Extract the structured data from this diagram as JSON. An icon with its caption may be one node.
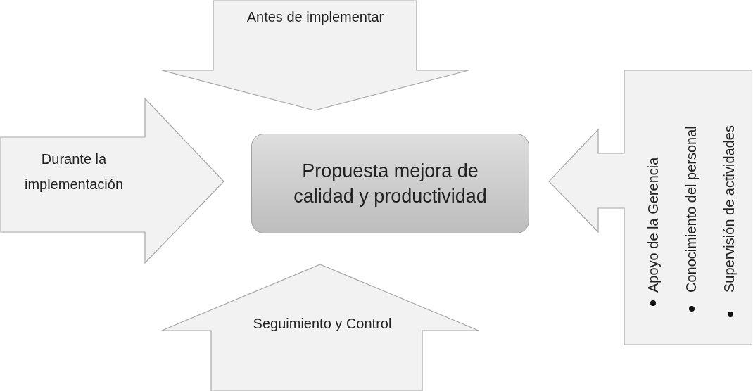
{
  "diagram": {
    "nodes": [
      {
        "text": [
          "Antes de implementar"
        ]
      },
      {
        "text": [
          "Durante la implementación"
        ]
      },
      {
        "text": [
          "Propuesta mejora de calidad y productividad"
        ]
      },
      {
        "text": [
          "Apoyo de la Gerencia",
          "Conocimiento del personal",
          "Supervisión de actividades"
        ]
      },
      {
        "text": [
          "Seguimiento y Control"
        ]
      }
    ]
  }
}
